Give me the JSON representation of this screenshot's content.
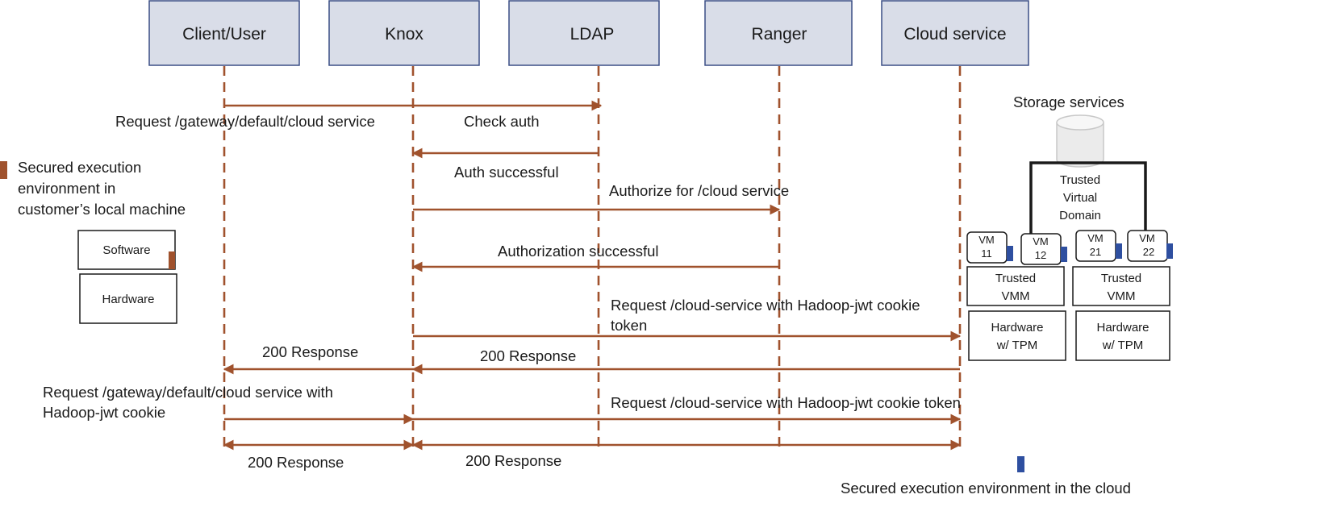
{
  "colors": {
    "accent": "#a0522d",
    "tpm_marker": "#2e4fa0",
    "actor_fill": "#d9dde8"
  },
  "actors": {
    "client": "Client/User",
    "knox": "Knox",
    "ldap": "LDAP",
    "ranger": "Ranger",
    "cloud": "Cloud service"
  },
  "messages": {
    "request_gateway": "Request /gateway/default/cloud service",
    "check_auth": "Check auth",
    "auth_successful": "Auth successful",
    "authorize": "Authorize for /cloud service",
    "authorization_successful": "Authorization successful",
    "request_cloud_line1": "Request /cloud-service with Hadoop-jwt cookie",
    "request_cloud_line2": "token",
    "response_200_client": "200 Response",
    "response_200_cloud": "200 Response",
    "request_gateway_cookie_line1": "Request /gateway/default/cloud service with",
    "request_gateway_cookie_line2": "Hadoop-jwt cookie",
    "request_cloud_cookie": "Request /cloud-service with Hadoop-jwt cookie token",
    "response_200_bottom_left": "200 Response",
    "response_200_bottom_right": "200 Response"
  },
  "local_legend": {
    "line1": "Secured execution",
    "line2": "environment in",
    "line3": "customer’s local machine",
    "software": "Software",
    "hardware": "Hardware"
  },
  "cloud_env": {
    "storage_title": "Storage services",
    "trusted_line1": "Trusted",
    "trusted_line2": "Virtual",
    "trusted_line3": "Domain",
    "vms": [
      {
        "line1": "VM",
        "line2": "11"
      },
      {
        "line1": "VM",
        "line2": "12"
      },
      {
        "line1": "VM",
        "line2": "21"
      },
      {
        "line1": "VM",
        "line2": "22"
      }
    ],
    "vmm_line1": "Trusted",
    "vmm_line2": "VMM",
    "hw_line1": "Hardware",
    "hw_line2": "w/ TPM",
    "caption": "Secured execution environment in the cloud"
  }
}
